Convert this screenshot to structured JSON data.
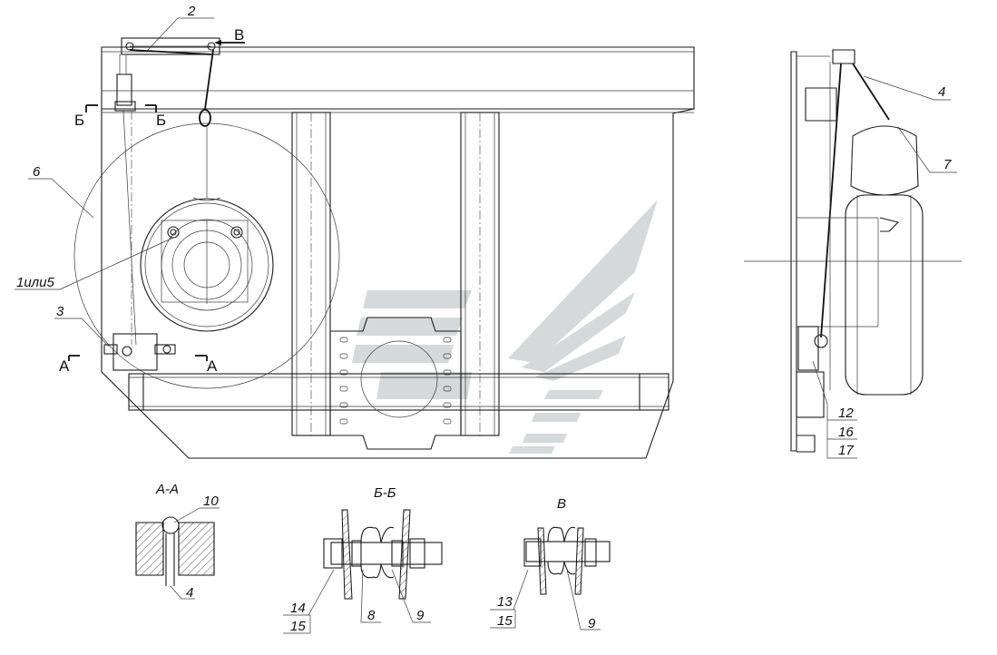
{
  "callouts": {
    "c1": "1или5",
    "c2": "2",
    "c3": "3",
    "c4": "4",
    "c6": "6",
    "c7": "7",
    "c12": "12",
    "c16": "16",
    "c17": "17"
  },
  "section_marks": {
    "a_left": "А",
    "a_right": "А",
    "b_left": "Б",
    "b_right": "Б",
    "v": "В"
  },
  "section_aa": {
    "title": "А-А",
    "c10": "10",
    "c4": "4"
  },
  "section_bb": {
    "title": "Б-Б",
    "c14": "14",
    "c15": "15",
    "c8": "8",
    "c9": "9"
  },
  "view_v": {
    "title": "В",
    "c13": "13",
    "c15": "15",
    "c9": "9"
  }
}
